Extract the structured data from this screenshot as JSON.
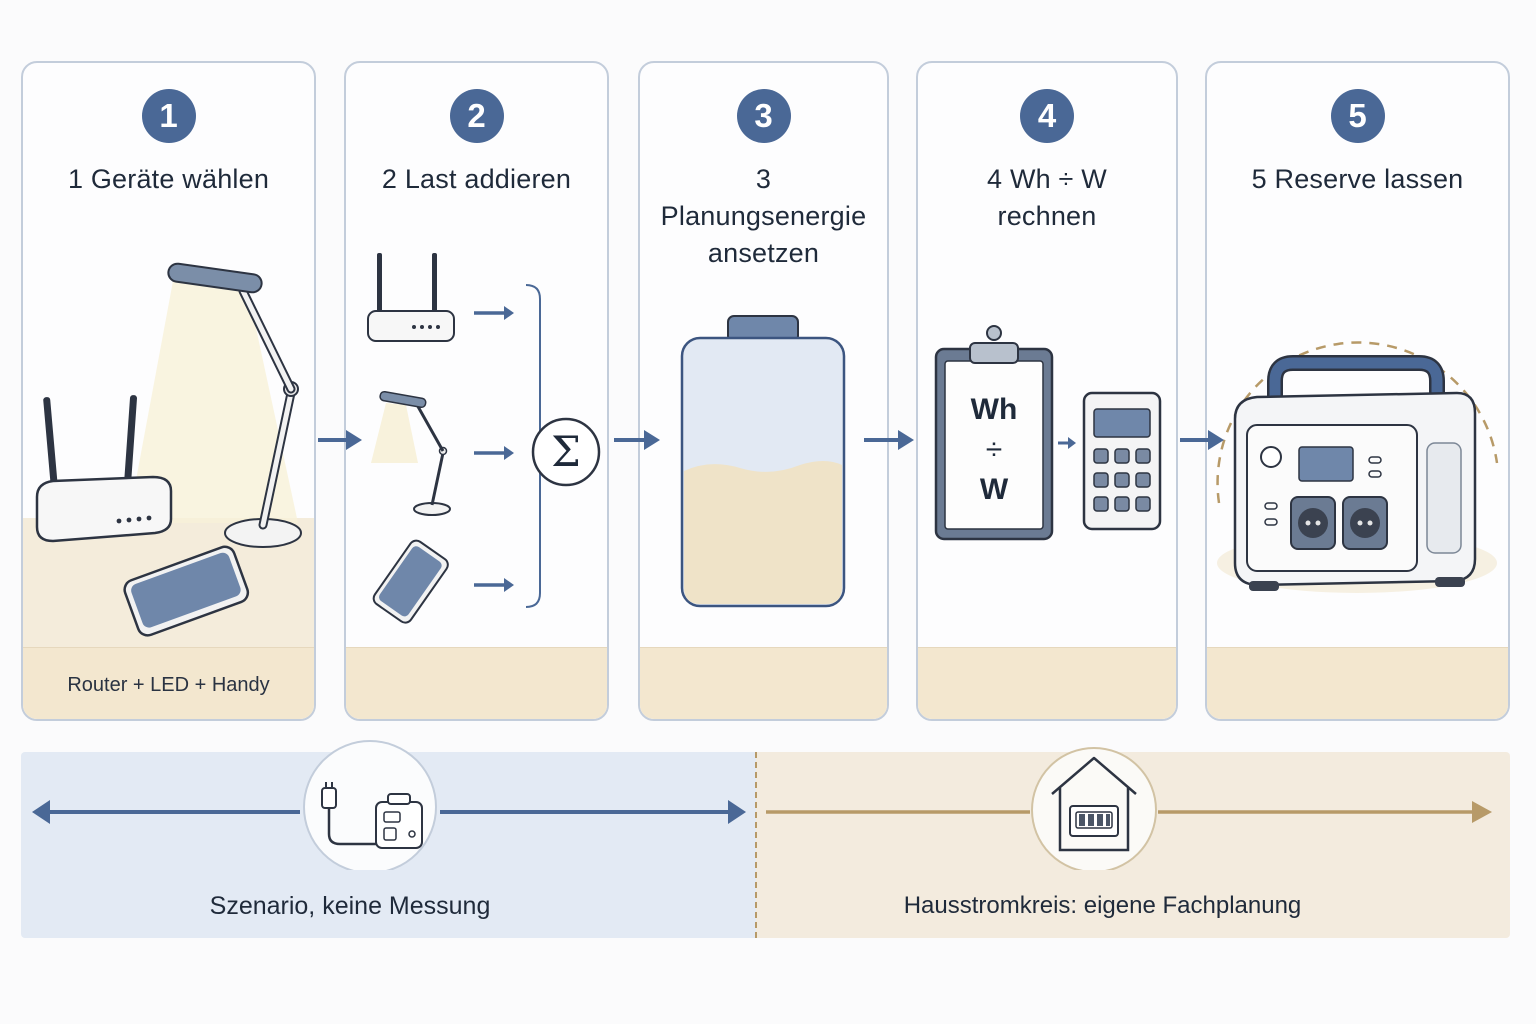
{
  "steps": [
    {
      "number": "1",
      "title": "1 Geräte wählen",
      "footer": "Router + LED + Handy"
    },
    {
      "number": "2",
      "title": "2 Last addieren",
      "footer": ""
    },
    {
      "number": "3",
      "title": "3 Planungsenergie ansetzen",
      "footer": ""
    },
    {
      "number": "4",
      "title": "4 Wh ÷ W rechnen",
      "footer": ""
    },
    {
      "number": "5",
      "title": "5 Reserve lassen",
      "footer": ""
    }
  ],
  "clipboard": {
    "line1": "Wh",
    "line2": "÷",
    "line3": "W"
  },
  "sum_symbol": "Σ",
  "scope": {
    "left_label": "Szenario, keine Messung",
    "right_label": "Hausstromkreis: eigene Fachplanung"
  },
  "colors": {
    "accent_blue": "#4a6896",
    "battery_fill": "#efe3c8",
    "band": "#f3e7cf",
    "zone_left": "#e3eaf4",
    "zone_right": "#f3ebde",
    "arrow_tan": "#b79a68"
  },
  "icons": [
    "router-icon",
    "desk-lamp-icon",
    "smartphone-icon",
    "sum-icon",
    "battery-icon",
    "clipboard-icon",
    "calculator-icon",
    "power-station-icon",
    "plug-device-icon",
    "house-fusebox-icon"
  ]
}
